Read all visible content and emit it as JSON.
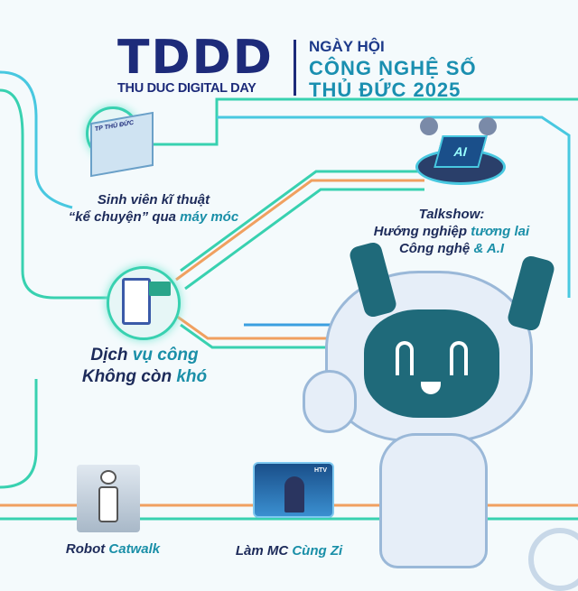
{
  "logo": {
    "mark": "TDDD",
    "subtitle": "THU DUC DIGITAL DAY"
  },
  "title": {
    "line1": "NGÀY HỘI",
    "line2": "CÔNG NGHỆ SỐ",
    "line3": "THỦ ĐỨC 2025"
  },
  "activities": [
    {
      "line1": "Sinh viên kĩ thuật",
      "line2a": "“kể chuyện” qua ",
      "line2b": "máy móc"
    },
    {
      "line1": "Talkshow:",
      "line2a": "Hướng nghiệp ",
      "line2b": "tương lai",
      "line3a": "Công nghệ ",
      "line3b": "& A.I"
    },
    {
      "line1a": "Dịch ",
      "line1b": "vụ công",
      "line2a": "Không còn ",
      "line2b": "khó"
    },
    {
      "line1a": "Robot ",
      "line1b": "Catwalk"
    },
    {
      "line1a": "Làm MC ",
      "line1b": "Cùng Zi"
    }
  ],
  "booth_sign": "TP THỦ ĐỨC",
  "chip_label": "AI",
  "screen_label": "HTV",
  "colors": {
    "navy": "#1d2b7a",
    "teal": "#1a8fa8",
    "line_green": "#38d1b0",
    "line_orange": "#f0a060"
  }
}
